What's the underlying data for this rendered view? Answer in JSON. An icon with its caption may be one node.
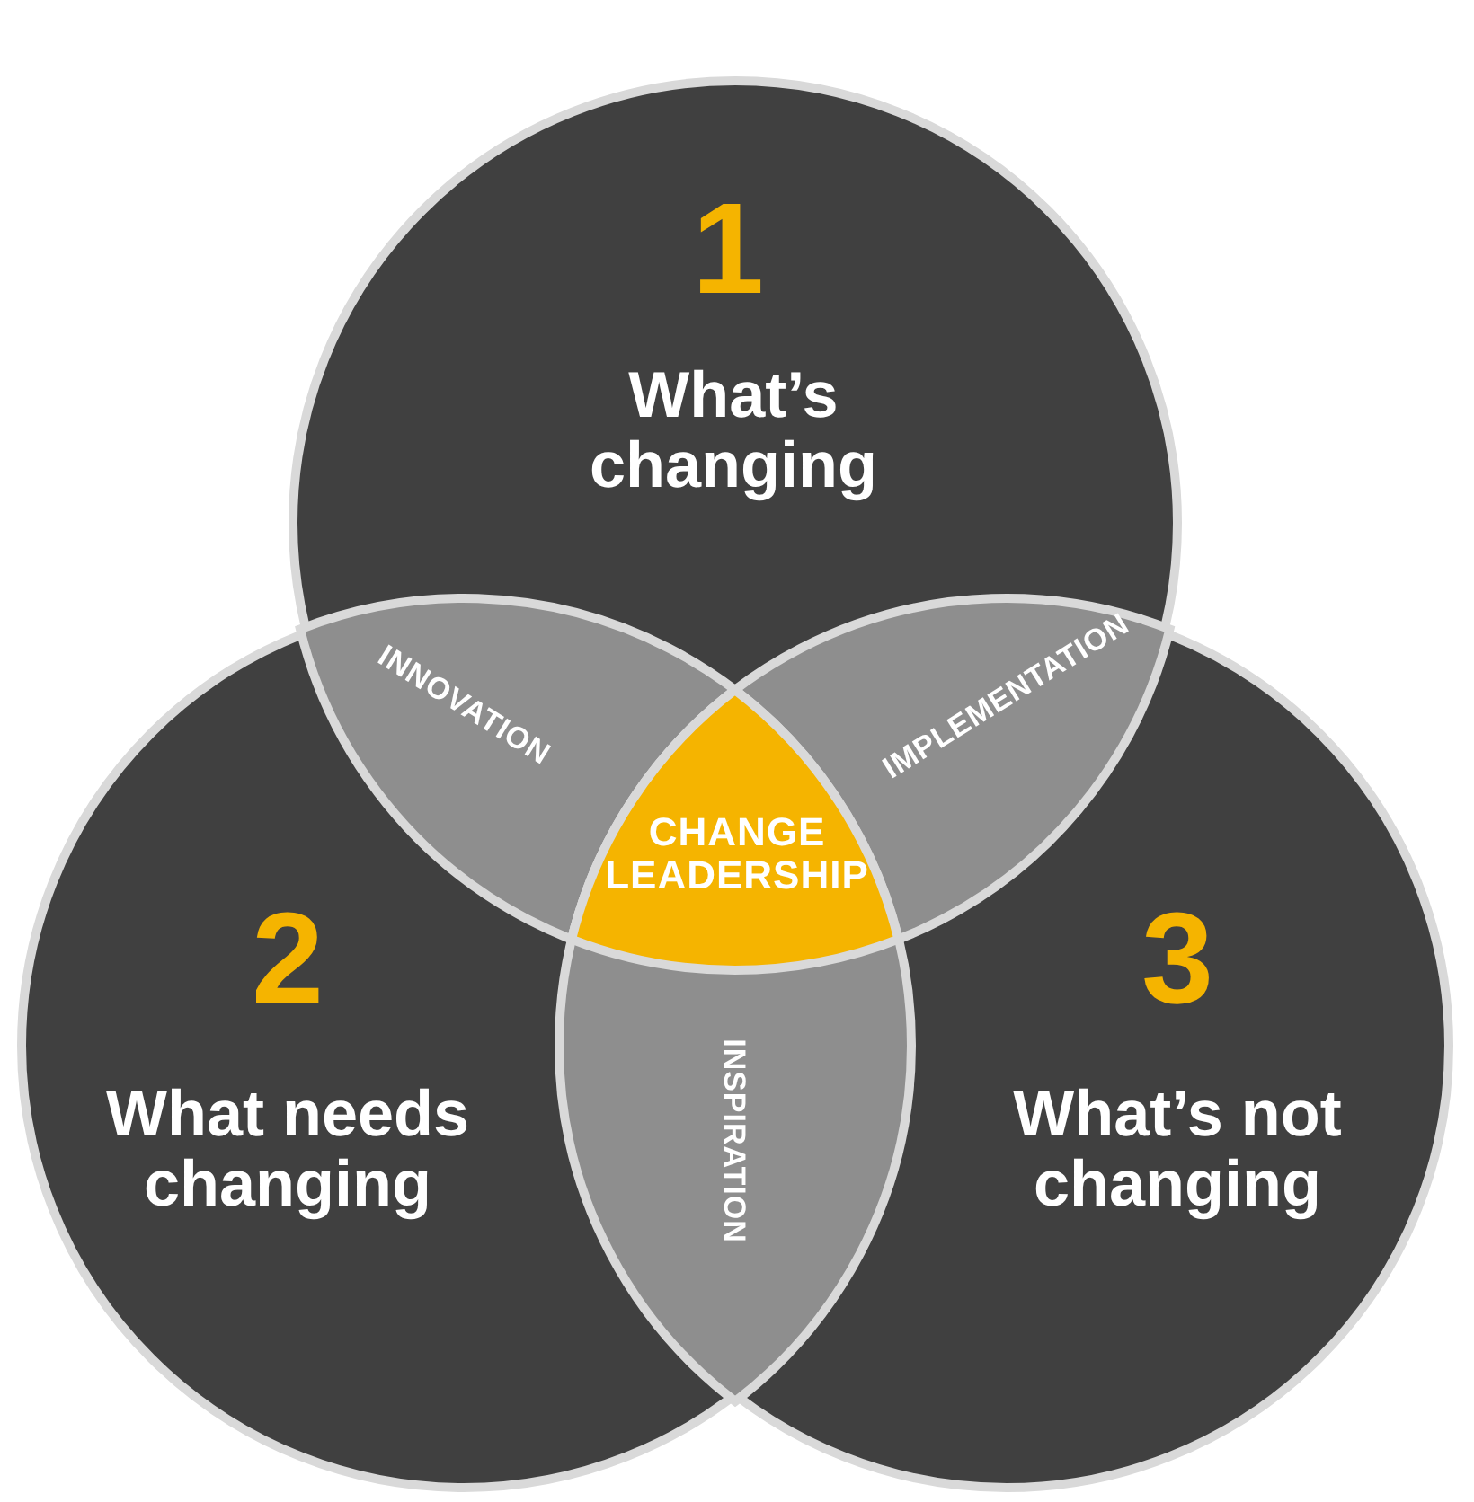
{
  "diagram": {
    "nodes": [
      {
        "text": [
          "1",
          "What’s changing"
        ]
      },
      {
        "text": [
          "2",
          "What needs changing"
        ]
      },
      {
        "text": [
          "3",
          "What’s not changing"
        ]
      },
      {
        "text": [
          "INNOVATION"
        ]
      },
      {
        "text": [
          "IMPLEMENTATION"
        ]
      },
      {
        "text": [
          "INSPIRATION"
        ]
      },
      {
        "text": [
          "CHANGE LEADERSHIP"
        ]
      }
    ]
  }
}
